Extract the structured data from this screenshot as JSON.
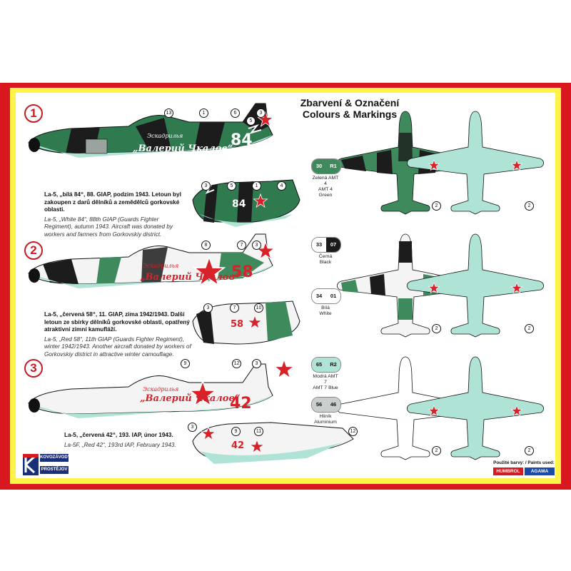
{
  "header": {
    "title_cz": "Zbarvení & Označení",
    "title_en": "Colours & Markings"
  },
  "aircraft": [
    {
      "number": "1",
      "code": "84",
      "inscription": "„Валерий Чкалов“",
      "inscription_top": "Эскадрилья",
      "desc_cz": "La-5, „bílá 84“, 88. GIAP, podzim 1943. Letoun byl zakoupen z darů dělníků a zemědělců gorkovské oblasti.",
      "desc_en": "La-5, „White 84“, 88th GIAP (Guards Fighter Regiment), autumn 1943. Aircraft was donated by workers and farmers from Gorkovskiy district."
    },
    {
      "number": "2",
      "code": "58",
      "inscription": "„Валерий Чкалов“",
      "inscription_top": "Эскадрилья",
      "desc_cz": "La-5, „červená 58“, 11. GIAP, zima 1942/1943. Další letoun ze sbírky dělníků gorkovské oblasti, opatřený atraktivní zimní kamufláží.",
      "desc_en": "La-5, „Red 58“, 11th GIAP (Guards Fighter Regiment), winter 1942/1943. Another aircraft donated by workers of Gorkovskiy district in attractive winter camouflage."
    },
    {
      "number": "3",
      "code": "42",
      "inscription": "„Валерий Чкалов“",
      "inscription_top": "Эскадрилья",
      "desc_cz": "La-5, „červená 42“, 193. IAP, únor 1943.",
      "desc_en": "La-5F, „Red 42“, 193rd IAP, February 1943."
    }
  ],
  "swatches": [
    {
      "a": "30",
      "b": "R1",
      "line1": "Zelená AMT 4",
      "line2": "AMT 4 Green",
      "color_a": "#3f8a5c",
      "color_b": "#3f8a5c",
      "text_color": "#ffffff"
    },
    {
      "a": "33",
      "b": "07",
      "line1": "Černá",
      "line2": "Black",
      "color_a": "#1a1a1a",
      "color_b": "#1a1a1a",
      "text_color": "#ffffff"
    },
    {
      "a": "34",
      "b": "01",
      "line1": "Bílá",
      "line2": "White",
      "color_a": "#ffffff",
      "color_b": "#ffffff",
      "text_color": "#111111"
    },
    {
      "a": "65",
      "b": "R2",
      "line1": "Modrá AMT 7",
      "line2": "AMT 7 Blue",
      "color_a": "#aee3d6",
      "color_b": "#aee3d6",
      "text_color": "#111111"
    },
    {
      "a": "56",
      "b": "46",
      "line1": "Hliník",
      "line2": "Aluminium",
      "color_a": "#c8cfcc",
      "color_b": "#c8cfcc",
      "text_color": "#111111"
    }
  ],
  "callouts": [
    "1",
    "2",
    "3",
    "4",
    "5",
    "6",
    "7",
    "8",
    "9",
    "10",
    "11",
    "12",
    "13"
  ],
  "logo": {
    "line1": "KOVOZÁVODY",
    "line2": "PROSTĚJOV"
  },
  "paints": {
    "label": "Použité barvy: / Paints used:",
    "brand1": "HUMBROL",
    "brand2": "AGAMA"
  },
  "colors": {
    "frame_red": "#d8181e",
    "frame_yellow": "#fff34a",
    "camo_green": "#3f8a5c",
    "camo_black": "#1c1c1c",
    "underside_blue": "#aee3d6",
    "winter_white": "#f4f4f4",
    "star_red": "#d8222a"
  }
}
